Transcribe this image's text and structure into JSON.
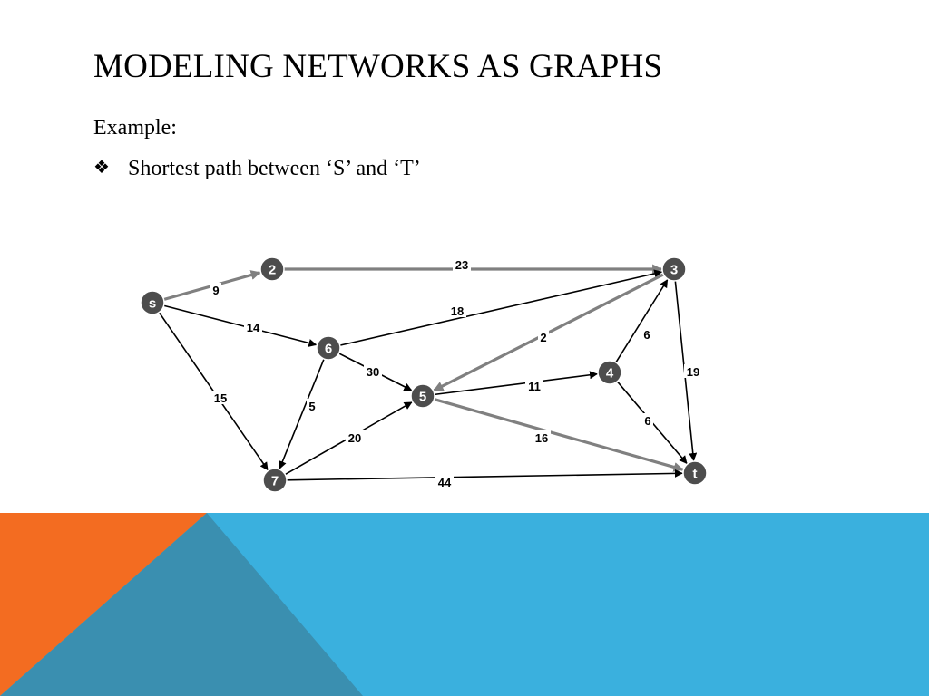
{
  "slide": {
    "title": "MODELING NETWORKS AS GRAPHS",
    "example_label": "Example:",
    "bullet_icon": "four-diamond-bullet-icon",
    "bullet_text": "Shortest path between ‘S’  and ‘T’"
  },
  "colors": {
    "node_fill": "#4d4d4d",
    "node_text": "#ffffff",
    "edge_black": "#000000",
    "edge_gray": "#808080",
    "footer_orange": "#f36c21",
    "footer_blue": "#3ab0de",
    "footer_dark_blue": "#3a8fb0"
  },
  "graph": {
    "nodes": [
      {
        "id": "s",
        "label": "s"
      },
      {
        "id": "2",
        "label": "2"
      },
      {
        "id": "3",
        "label": "3"
      },
      {
        "id": "4",
        "label": "4"
      },
      {
        "id": "5",
        "label": "5"
      },
      {
        "id": "6",
        "label": "6"
      },
      {
        "id": "7",
        "label": "7"
      },
      {
        "id": "t",
        "label": "t"
      }
    ],
    "edges": [
      {
        "from": "s",
        "to": "2",
        "weight": "9",
        "highlight": true
      },
      {
        "from": "s",
        "to": "6",
        "weight": "14",
        "highlight": false
      },
      {
        "from": "s",
        "to": "7",
        "weight": "15",
        "highlight": false
      },
      {
        "from": "2",
        "to": "3",
        "weight": "23",
        "highlight": true
      },
      {
        "from": "6",
        "to": "3",
        "weight": "18",
        "highlight": false
      },
      {
        "from": "6",
        "to": "5",
        "weight": "30",
        "highlight": false
      },
      {
        "from": "6",
        "to": "7",
        "weight": "5",
        "highlight": false
      },
      {
        "from": "3",
        "to": "5",
        "weight": "2",
        "highlight": true
      },
      {
        "from": "3",
        "to": "t",
        "weight": "19",
        "highlight": false
      },
      {
        "from": "4",
        "to": "3",
        "weight": "6",
        "highlight": false
      },
      {
        "from": "4",
        "to": "t",
        "weight": "6",
        "highlight": false
      },
      {
        "from": "5",
        "to": "4",
        "weight": "11",
        "highlight": false
      },
      {
        "from": "5",
        "to": "t",
        "weight": "16",
        "highlight": true
      },
      {
        "from": "7",
        "to": "5",
        "weight": "20",
        "highlight": false
      },
      {
        "from": "7",
        "to": "t",
        "weight": "44",
        "highlight": false
      }
    ]
  }
}
